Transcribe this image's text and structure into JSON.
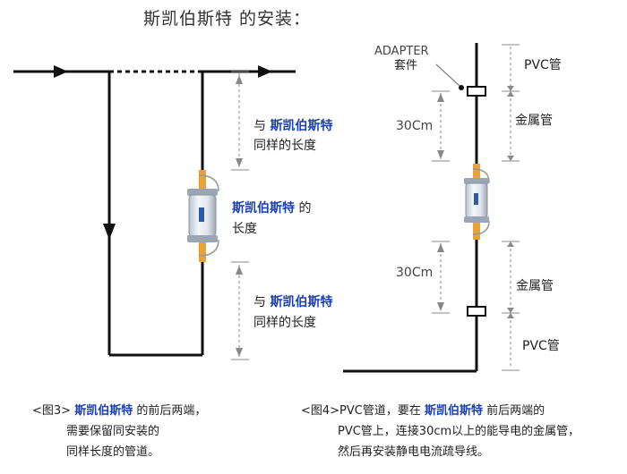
{
  "title": "斯凯伯斯特 的安装：",
  "brand": "斯凯伯斯特",
  "fig3": {
    "top_label_pre": "与",
    "top_label_post": "同样的长度",
    "center_label_post": "的",
    "center_label_line2": "长度",
    "bottom_label_pre": "与",
    "bottom_label_post": "同样的长度"
  },
  "fig4": {
    "adapter_line1": "ADAPTER",
    "adapter_line2": "套件",
    "pvc_top": "PVC管",
    "metal_top": "金属管",
    "dim_top": "30Cm",
    "dim_bottom": "30Cm",
    "metal_bottom": "金属管",
    "pvc_bottom": "PVC管"
  },
  "caption3": {
    "prefix": "<图3>",
    "after_brand": "的前后两端，",
    "line2": "需要保留同安装的",
    "line3": "同样长度的管道。"
  },
  "caption4": {
    "prefix": "<图4>PVC管道，要在",
    "after_brand": "前后两端的",
    "line2": "PVC管上，连接30cm以上的能导电的金属管，",
    "line3": "然后再安装静电电流疏导线。"
  },
  "colors": {
    "brand": "#1a3fb0",
    "line": "#111111",
    "dim": "#888888",
    "orange": "#e8a23a"
  }
}
